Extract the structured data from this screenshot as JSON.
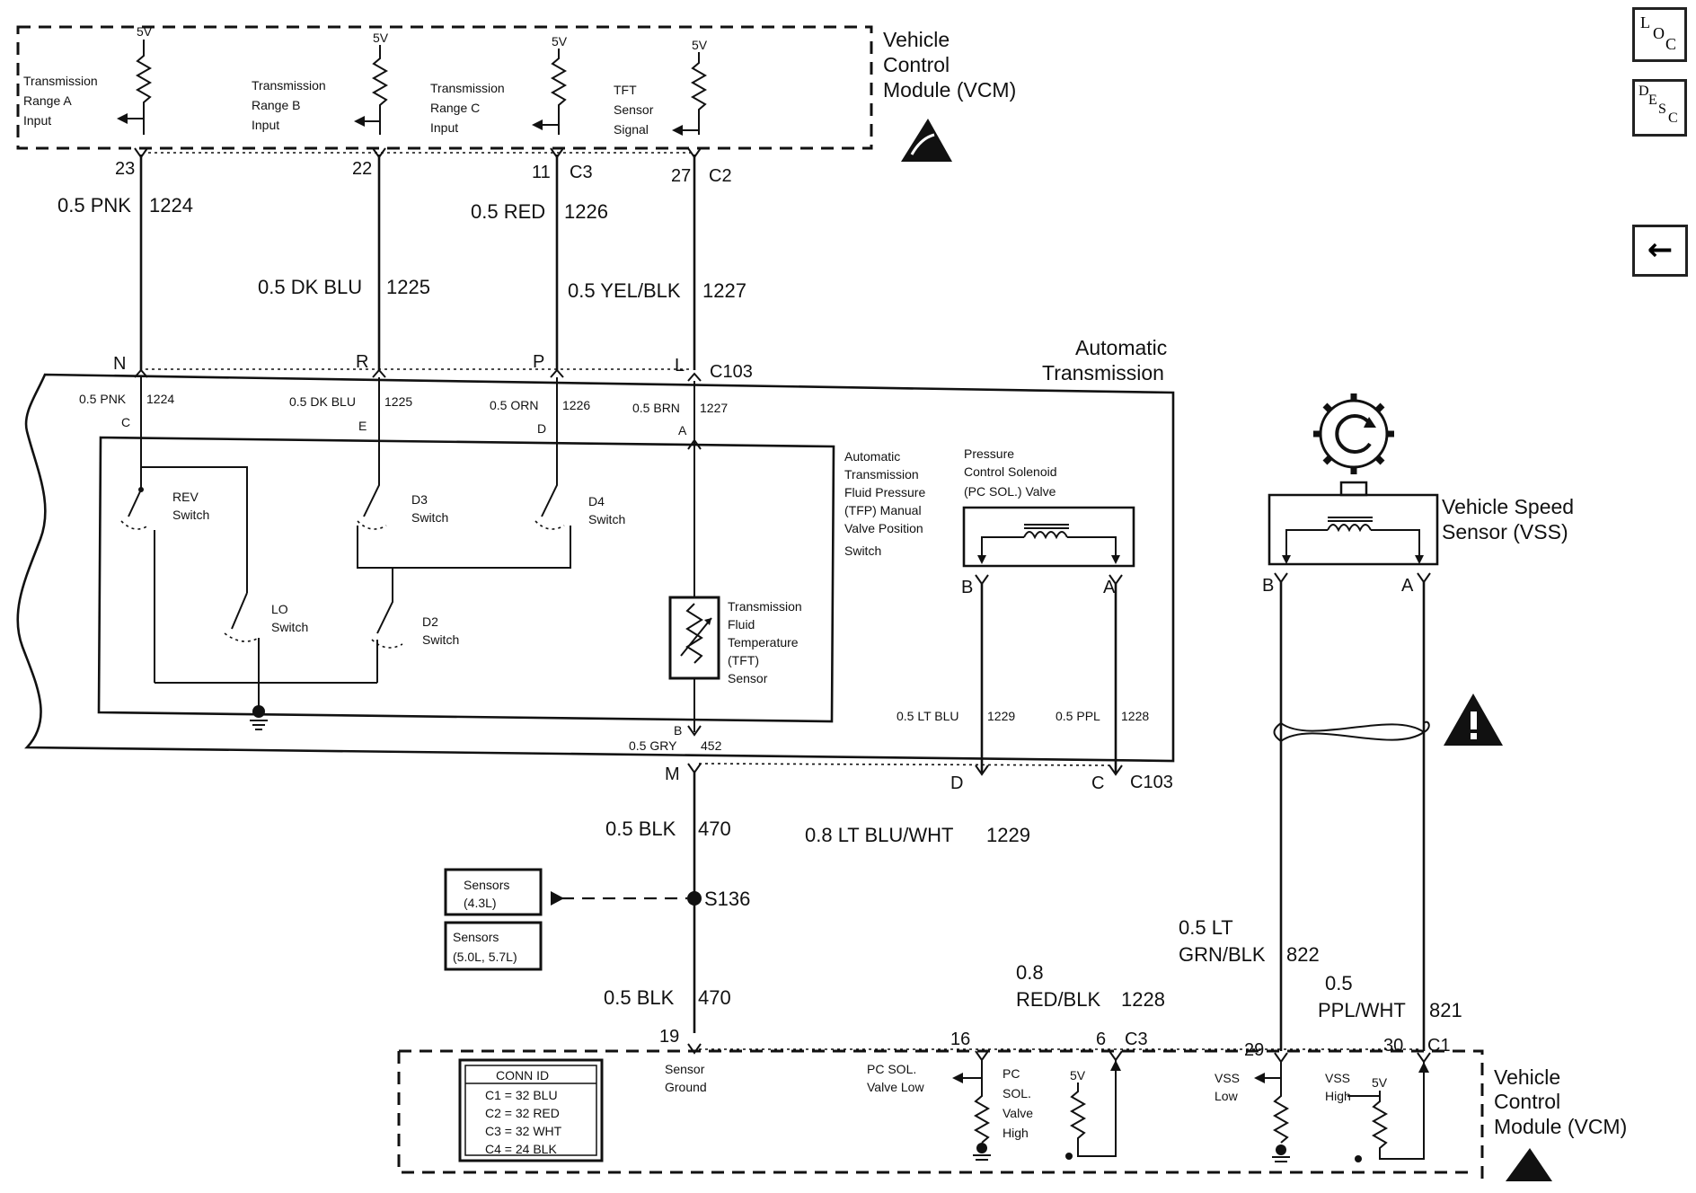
{
  "vcm_top": {
    "title": [
      "Vehicle",
      "Control",
      "Module (VCM)"
    ],
    "inputs": [
      {
        "lines": [
          "Transmission",
          "Range A",
          "Input"
        ],
        "supply": "5V",
        "pin": "23"
      },
      {
        "lines": [
          "Transmission",
          "Range B",
          "Input"
        ],
        "supply": "5V",
        "pin": "22"
      },
      {
        "lines": [
          "Transmission",
          "Range C",
          "Input"
        ],
        "supply": "5V",
        "pin": "11",
        "conn": "C3"
      },
      {
        "lines": [
          "TFT",
          "Sensor",
          "Signal"
        ],
        "supply": "5V",
        "pin": "27",
        "conn": "C2"
      }
    ]
  },
  "upper_wires": [
    {
      "label": "0.5 PNK",
      "circuit": "1224"
    },
    {
      "label": "0.5 DK BLU",
      "circuit": "1225"
    },
    {
      "label": "0.5 RED",
      "circuit": "1226"
    },
    {
      "label": "0.5 YEL/BLK",
      "circuit": "1227"
    }
  ],
  "c103_top": {
    "pins": [
      "N",
      "R",
      "P",
      "L"
    ],
    "conn": "C103"
  },
  "transmission": {
    "title": [
      "Automatic",
      "Transmission"
    ],
    "wires": [
      {
        "label": "0.5 PNK",
        "circuit": "1224",
        "pin": "C"
      },
      {
        "label": "0.5 DK BLU",
        "circuit": "1225",
        "pin": "E"
      },
      {
        "label": "0.5 ORN",
        "circuit": "1226",
        "pin": "D"
      },
      {
        "label": "0.5 BRN",
        "circuit": "1227",
        "pin": "A"
      }
    ],
    "tfp_title": [
      "Automatic",
      "Transmission",
      "Fluid Pressure",
      "(TFP) Manual",
      "Valve Position",
      "Switch"
    ],
    "switches": {
      "rev": [
        "REV",
        "Switch"
      ],
      "d3": [
        "D3",
        "Switch"
      ],
      "d4": [
        "D4",
        "Switch"
      ],
      "lo": [
        "LO",
        "Switch"
      ],
      "d2": [
        "D2",
        "Switch"
      ]
    },
    "tft_label": [
      "Transmission",
      "Fluid",
      "Temperature",
      "(TFT)",
      "Sensor"
    ],
    "tft_pin": "B",
    "gry_wire": {
      "label": "0.5 GRY",
      "circuit": "452"
    },
    "pc_title": [
      "Pressure",
      "Control Solenoid",
      "(PC SOL.) Valve"
    ],
    "pc_pins": [
      "B",
      "A"
    ],
    "pc_wires": [
      {
        "label": "0.5 LT BLU",
        "circuit": "1229"
      },
      {
        "label": "0.5 PPL",
        "circuit": "1228"
      }
    ]
  },
  "c103_bottom": {
    "pins": [
      "M",
      "D",
      "C"
    ],
    "conn": "C103"
  },
  "lower_wires": {
    "blk1": {
      "label": "0.5 BLK",
      "circuit": "470"
    },
    "splice": "S136",
    "blk2": {
      "label": "0.5 BLK",
      "circuit": "470"
    },
    "ltbluwht": {
      "label": "0.8 LT BLU/WHT",
      "circuit": "1229"
    },
    "redblk": {
      "label": [
        "0.8",
        "RED/BLK"
      ],
      "circuit": "1228"
    }
  },
  "sensor_boxes": [
    {
      "lines": [
        "Sensors",
        "(4.3L)"
      ]
    },
    {
      "lines": [
        "Sensors",
        "(5.0L, 5.7L)"
      ]
    }
  ],
  "vss": {
    "title": [
      "Vehicle Speed",
      "Sensor (VSS)"
    ],
    "pins": [
      "B",
      "A"
    ],
    "wires": [
      {
        "label": [
          "0.5 LT",
          "GRN/BLK"
        ],
        "circuit": "822"
      },
      {
        "label": [
          "0.5",
          "PPL/WHT"
        ],
        "circuit": "821"
      }
    ]
  },
  "vcm_bottom": {
    "title": [
      "Vehicle",
      "Control",
      "Module (VCM)"
    ],
    "pins": [
      {
        "pin": "19"
      },
      {
        "pin": "16"
      },
      {
        "pin": "6",
        "conn": "C3"
      },
      {
        "pin": "29"
      },
      {
        "pin": "30",
        "conn": "C1"
      }
    ],
    "sensor_ground": [
      "Sensor",
      "Ground"
    ],
    "pc_low": [
      "PC SOL.",
      "Valve Low"
    ],
    "pc_high": [
      "PC",
      "SOL.",
      "Valve",
      "High"
    ],
    "vss_low": [
      "VSS",
      "Low"
    ],
    "vss_high": [
      "VSS",
      "High"
    ],
    "supply": "5V",
    "conn_id": {
      "title": "CONN ID",
      "rows": [
        "C1 = 32 BLU",
        "C2 = 32 RED",
        "C3 = 32 WHT",
        "C4 = 24 BLK"
      ]
    }
  },
  "nav": {
    "loc_letters": [
      "L",
      "O",
      "C"
    ],
    "desc_letters": [
      "D",
      "E",
      "S",
      "C"
    ],
    "back": "←"
  }
}
